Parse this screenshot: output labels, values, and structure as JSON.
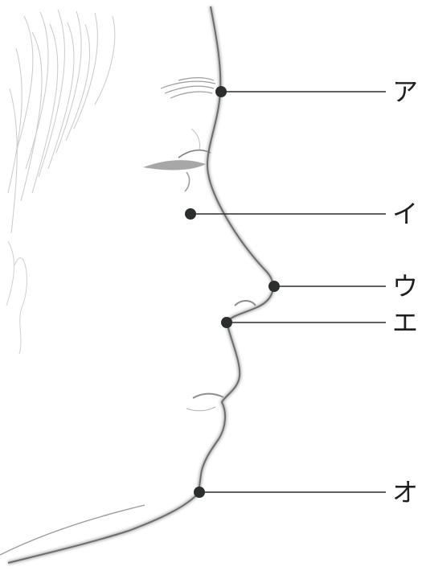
{
  "landmarks": [
    {
      "id": "a",
      "label": "ア"
    },
    {
      "id": "i",
      "label": "イ"
    },
    {
      "id": "u",
      "label": "ウ"
    },
    {
      "id": "e",
      "label": "エ"
    },
    {
      "id": "o",
      "label": "オ"
    }
  ],
  "colors": {
    "marker": "#2b2e2d",
    "leader_line": "#2b2e2d",
    "profile_line": "#6d6d6d",
    "sketch": "#b8b8b8"
  }
}
